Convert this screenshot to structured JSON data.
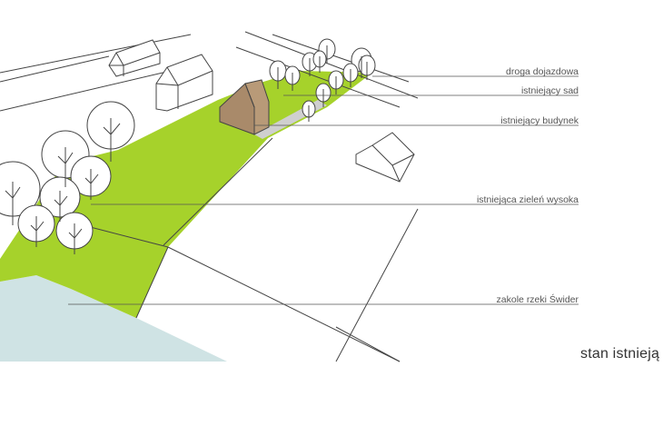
{
  "colors": {
    "grass": "#a6d22b",
    "river": "#cfe3e4",
    "building": "#a98a6a",
    "path": "#c8c8c8",
    "lines": "#444444"
  },
  "labels": {
    "access_road": "droga dojazdowa",
    "orchard": "istniejący sad",
    "building": "istniejący budynek",
    "tall_greenery": "istniejąca zieleń wysoka",
    "river_bend": "zakole rzeki Świder"
  },
  "caption": "stan istnieją"
}
